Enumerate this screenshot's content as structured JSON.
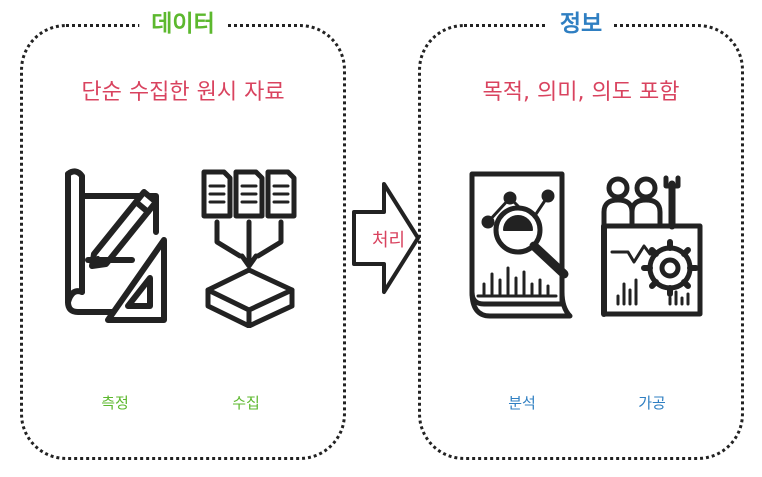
{
  "data_panel": {
    "title": "데이터",
    "subtitle": "단순 수집한 원시 자료",
    "items": [
      {
        "label": "측정",
        "icon": "blueprint-pencil-icon"
      },
      {
        "label": "수집",
        "icon": "documents-collect-box-icon"
      }
    ]
  },
  "process": {
    "label": "처리",
    "icon": "right-arrow-icon"
  },
  "info_panel": {
    "title": "정보",
    "subtitle": "목적, 의미, 의도 포함",
    "items": [
      {
        "label": "분석",
        "icon": "analysis-report-magnifier-icon"
      },
      {
        "label": "가공",
        "icon": "people-gear-processing-icon"
      }
    ]
  },
  "colors": {
    "data_accent": "#5cb82e",
    "info_accent": "#2f7fc2",
    "subtitle": "#d9435f",
    "outline": "#222222"
  }
}
